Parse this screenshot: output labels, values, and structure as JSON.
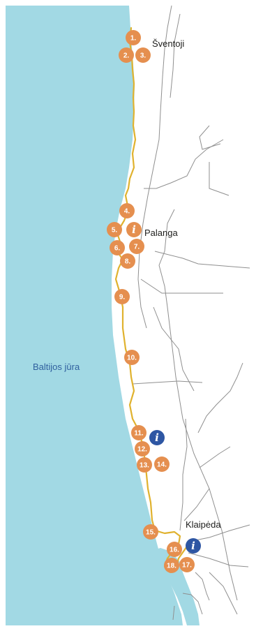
{
  "map": {
    "sea_label": "Baltijos jūra",
    "colors": {
      "sea": "#a2d9e4",
      "land": "#ffffff",
      "road": "#8f8f8f",
      "route": "#e0b22e",
      "poi_marker": "#e58f4f",
      "info_marker": "#2e56a3",
      "label": "#1d1d1b",
      "sea_label": "#2f5f9e"
    },
    "towns": [
      {
        "id": "sventoji",
        "name": "Šventoji"
      },
      {
        "id": "palanga",
        "name": "Palanga"
      },
      {
        "id": "klaipeda",
        "name": "Klaipėda"
      }
    ],
    "markers": [
      {
        "label": "1."
      },
      {
        "label": "2."
      },
      {
        "label": "3."
      },
      {
        "label": "4."
      },
      {
        "label": "5."
      },
      {
        "label": "6."
      },
      {
        "label": "7."
      },
      {
        "label": "8."
      },
      {
        "label": "9."
      },
      {
        "label": "10."
      },
      {
        "label": "11."
      },
      {
        "label": "12."
      },
      {
        "label": "13."
      },
      {
        "label": "14."
      },
      {
        "label": "15."
      },
      {
        "label": "16."
      },
      {
        "label": "17."
      },
      {
        "label": "18."
      }
    ],
    "info_points": [
      {
        "glyph": "i",
        "icon": "info-icon"
      },
      {
        "glyph": "i",
        "icon": "info-icon"
      },
      {
        "glyph": "i",
        "icon": "info-icon"
      }
    ]
  }
}
